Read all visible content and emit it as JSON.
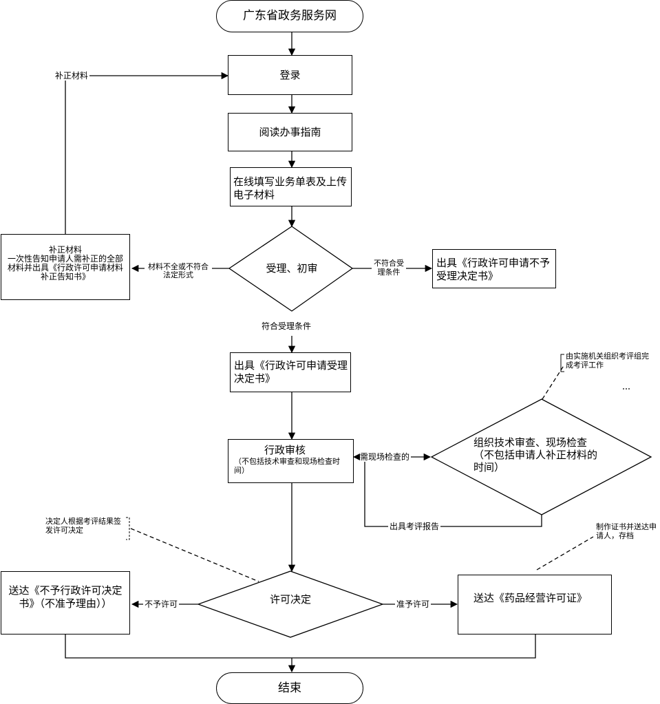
{
  "nodes": {
    "start": "广东省政务服务网",
    "login": "登录",
    "read_guide": "阅读办事指南",
    "fill_form": "在线填写业务单表及上传电子材料",
    "accept_review": "受理、初审",
    "reject_accept": "出具《行政许可申请不予受理决定书》",
    "supplement_title": "补正材料",
    "supplement_body": "一次性告知申请人需补正的全部材料并出具《行政许可申请材料补正告知书》",
    "accept_decision": "出具《行政许可申请受理决定书》",
    "admin_review_title": "行政审核",
    "admin_review_note": "（不包括技术审查和现场检查时间）",
    "tech_review": "组织技术审查、现场检查（不包括申请人补正材料的时间）",
    "permit_decision": "许可决定",
    "deliver_reject": "送达《不予行政许可决定书》（不准予理由））",
    "deliver_license": "送达《药品经营许可证》",
    "end": "结束"
  },
  "labels": {
    "supplement_loop": "补正材料",
    "incomplete": "材料不全或不符合法定形式",
    "not_qualified": "不符合受理条件",
    "qualified": "符合受理条件",
    "need_inspection": "需现场检查的",
    "issue_report": "出具考评报告",
    "deny": "不予许可",
    "approve": "准予许可"
  },
  "notes": {
    "eval_group": "由实施机关组织考评组完成考评工作",
    "decision_maker": "决定人根据考评结果签发许可决定",
    "make_cert": "制作证书并送达申请人，存档"
  }
}
